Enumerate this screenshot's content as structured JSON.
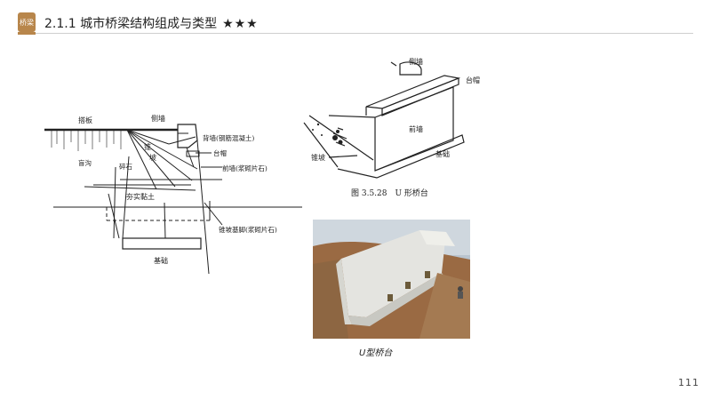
{
  "header": {
    "badge": "桥梁",
    "title": "2.1.1 城市桥梁结构组成与类型",
    "stars": "★★★"
  },
  "left_diagram": {
    "labels": {
      "tabhan": "搭板",
      "cewall": "侧墙",
      "zhui": "锥",
      "po": "坡",
      "beiqiang": "背墙(钢筋混凝土)",
      "taimao": "台帽",
      "mangou": "盲沟",
      "suishi": "碎石",
      "qianqiang": "前墙(浆砌片石)",
      "hangtu": "夯实黏土",
      "zhuipo_jijiao": "锥坡基脚(浆砌片石)",
      "jichu": "基础"
    }
  },
  "right_diagram": {
    "labels": {
      "cewall": "侧墙",
      "taimao": "台帽",
      "qianqiang": "前墙",
      "zhuipo": "锥坡",
      "jichu": "基础"
    },
    "caption": "图 3.5.28　U 形桥台"
  },
  "photo": {
    "caption": "U型桥台"
  },
  "page_number": "111"
}
